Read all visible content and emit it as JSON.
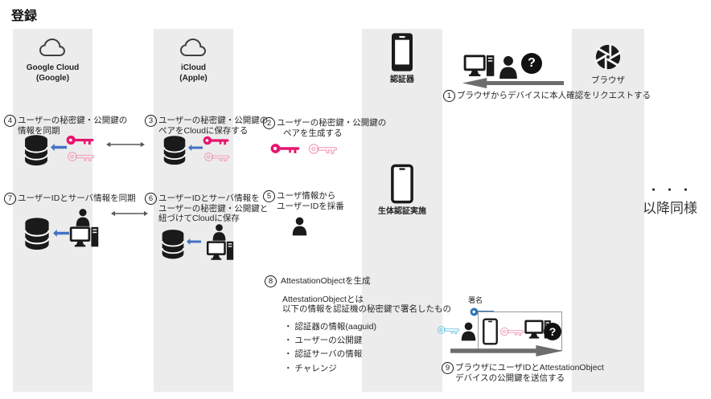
{
  "title": "登録",
  "columns": {
    "google": {
      "label": "Google Cloud",
      "sub": "(Google)"
    },
    "icloud": {
      "label": "iCloud",
      "sub": "(Apple)"
    },
    "authenticator": {
      "label": "認証器",
      "biometric": "生体認証実施"
    },
    "browser": {
      "label": "ブラウザ"
    }
  },
  "steps": {
    "s1": {
      "num": "1",
      "l1": "ブラウザからデバイスに本人確認をリクエストする"
    },
    "s2": {
      "num": "2",
      "l1": "ユーザーの秘密鍵・公開鍵の",
      "l2": "ペアを生成する"
    },
    "s3": {
      "num": "3",
      "l1": "ユーザーの秘密鍵・公開鍵の",
      "l2": "ペアをCloudに保存する"
    },
    "s4": {
      "num": "4",
      "l1": "ユーザーの秘密鍵・公開鍵の",
      "l2": "情報を同期"
    },
    "s5": {
      "num": "5",
      "l1": "ユーザ情報から",
      "l2": "ユーザーIDを採番"
    },
    "s6": {
      "num": "6",
      "l1": "ユーザーIDとサーバ情報を",
      "l2": "ユーザーの秘密鍵・公開鍵と",
      "l3": "紐づけてCloudに保存"
    },
    "s7": {
      "num": "7",
      "l1": "ユーザーIDとサーバ情報を同期"
    },
    "s8": {
      "num": "8",
      "title": "AttestationObjectを生成",
      "d1": "AttestationObjectとは",
      "d2": "以下の情報を認証機の秘密鍵で署名したもの",
      "bullets": [
        "・ 認証器の情報(aaguid)",
        "・ ユーザーの公開鍵",
        "・ 認証サーバの情報",
        "・ チャレンジ"
      ]
    },
    "s9": {
      "num": "9",
      "l1": "ブラウザにユーザIDとAttestationObject",
      "l2": "デバイスの公開鍵を送信する",
      "signature_label": "署名"
    }
  },
  "continuation": {
    "dots": "・・・",
    "label": "以降同様"
  },
  "icons": {
    "question_mark": "?"
  },
  "colors": {
    "column_bg": "#ececec",
    "icon_black": "#1a1a1a",
    "key_solid_pink": "#e6156e",
    "key_outline_pink": "#f2a0bf",
    "key_solid_blue": "#2e75b6",
    "key_outline_cyan": "#6fc8e2",
    "arrow_blue": "#4472c4",
    "arrow_gray": "#6d6d6d",
    "double_arrow_gray": "#595959"
  }
}
